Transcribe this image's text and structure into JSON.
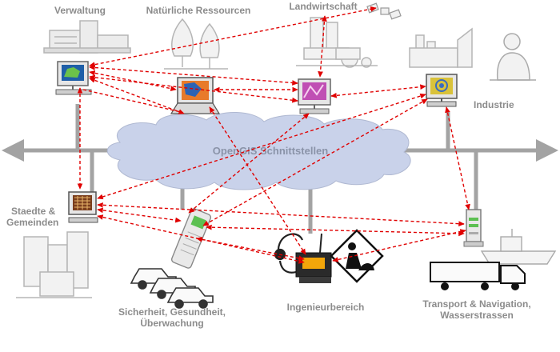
{
  "labels": {
    "verwaltung": "Verwaltung",
    "natuerliche": "Natürliche Ressourcen",
    "landwirtschaft": "Landwirtschaft",
    "industrie": "Industrie",
    "cloud": "OpenGIS Schnittstellen",
    "staedte_1": "Staedte &",
    "staedte_2": "Gemeinden",
    "sicherheit_1": "Sicherheit, Gesundheit,",
    "sicherheit_2": "Überwachung",
    "ingenieur": "Ingenieurbereich",
    "transport_1": "Transport & Navigation,",
    "transport_2": "Wasserstrassen"
  },
  "colors": {
    "link": "#e00000",
    "cloud": "#c9d2ea",
    "clipart_grey": "#b5b5b5",
    "axis": "#999999",
    "label": "#8c8c8c"
  }
}
